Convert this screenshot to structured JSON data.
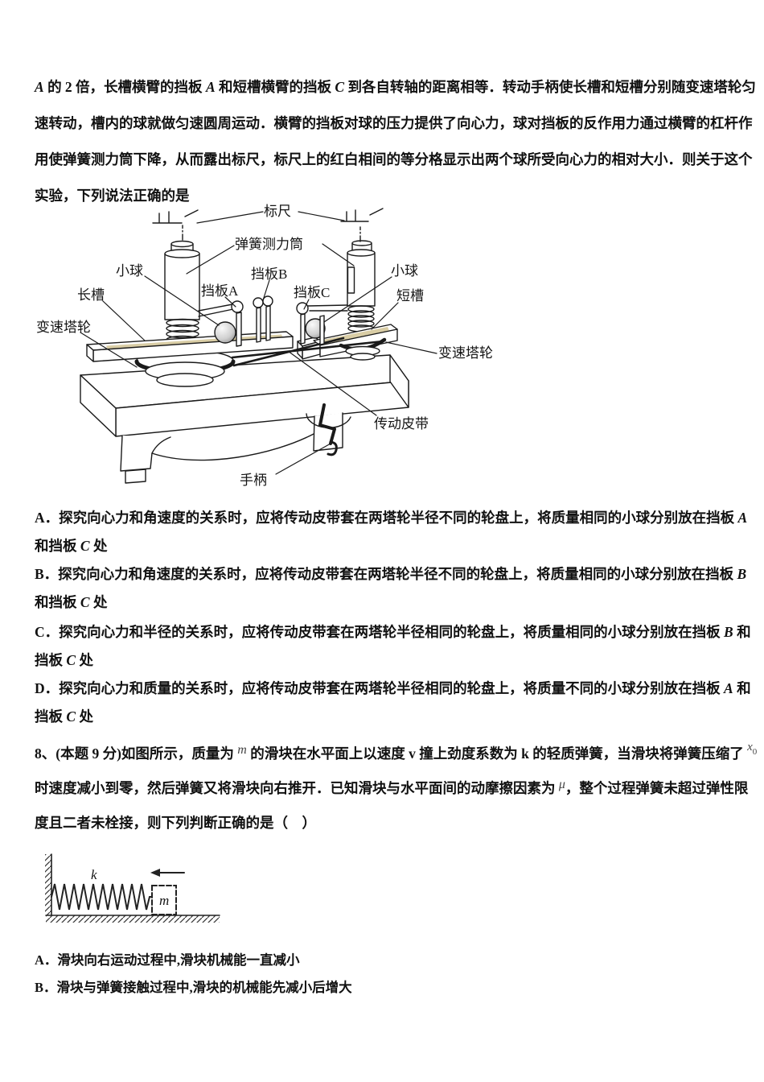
{
  "intro": {
    "lines": [
      [
        {
          "t": "A",
          "s": "i"
        },
        {
          "t": " 的 2 倍，长槽横臂的挡板 "
        },
        {
          "t": "A",
          "s": "i"
        },
        {
          "t": " 和短槽横臂的挡板 "
        },
        {
          "t": "C",
          "s": "i"
        },
        {
          "t": " 到各自转轴的距离相等．转动手柄使长槽和短槽分别随变速塔轮匀"
        }
      ],
      [
        {
          "t": "速转动，槽内的球就做匀速圆周运动．横臂的挡板对球的压力提供了向心力，球对挡板的反作用力通过横臂的杠杆作"
        }
      ],
      [
        {
          "t": "用使弹簧测力筒下降，从而露出标尺，标尺上的红白相间的等分格显示出两个球所受向心力的相对大小．则关于这个"
        }
      ],
      [
        {
          "t": "实验，下列说法正确的是"
        }
      ]
    ]
  },
  "apparatus": {
    "ruler": "标尺",
    "spring_tube": "弹簧测力筒",
    "ball_left": "小球",
    "baffle_a": "挡板A",
    "baffle_b": "挡板B",
    "baffle_c": "挡板C",
    "long_groove": "长槽",
    "short_groove": "短槽",
    "ball_right": "小球",
    "tower_left": "变速塔轮",
    "tower_right": "变速塔轮",
    "belt": "传动皮带",
    "handle": "手柄"
  },
  "q7": {
    "options": [
      {
        "lines": [
          [
            {
              "t": "A．探究向心力和角速度的关系时，应将传动皮带套在两塔轮半径不同的轮盘上，将质量相同的小球分别放在挡板 "
            },
            {
              "t": "A",
              "s": "i"
            }
          ],
          [
            {
              "t": "和挡板 "
            },
            {
              "t": "C",
              "s": "i"
            },
            {
              "t": " 处"
            }
          ]
        ]
      },
      {
        "lines": [
          [
            {
              "t": "B．探究向心力和角速度的关系时，应将传动皮带套在两塔轮半径不同的轮盘上，将质量相同的小球分别放在挡板 "
            },
            {
              "t": "B",
              "s": "i"
            }
          ],
          [
            {
              "t": "和挡板 "
            },
            {
              "t": "C",
              "s": "i"
            },
            {
              "t": " 处"
            }
          ]
        ]
      },
      {
        "lines": [
          [
            {
              "t": "C．探究向心力和半径的关系时，应将传动皮带套在两塔轮半径相同的轮盘上，将质量相同的小球分别放在挡板 "
            },
            {
              "t": "B",
              "s": "i"
            },
            {
              "t": " 和"
            }
          ],
          [
            {
              "t": "挡板 "
            },
            {
              "t": "C",
              "s": "i"
            },
            {
              "t": " 处"
            }
          ]
        ]
      },
      {
        "lines": [
          [
            {
              "t": "D．探究向心力和质量的关系时，应将传动皮带套在两塔轮半径相同的轮盘上，将质量不同的小球分别放在挡板 "
            },
            {
              "t": "A",
              "s": "i"
            },
            {
              "t": " 和"
            }
          ],
          [
            {
              "t": "挡板 "
            },
            {
              "t": "C",
              "s": "i"
            },
            {
              "t": " 处"
            }
          ]
        ]
      }
    ]
  },
  "q8": {
    "stem_lines": [
      [
        {
          "t": "8、(本题 9 分)如图所示，质量为 "
        },
        {
          "t": "m",
          "s": "m"
        },
        {
          "t": " 的滑块在水平面上以速度 v 撞上劲度系数为 k 的轻质弹簧，当滑块将弹簧压缩了 "
        },
        {
          "t": "x",
          "s": "xv"
        },
        {
          "t": "0",
          "s": "x0"
        }
      ],
      [
        {
          "t": "时速度减小到零，然后弹簧又将滑块向右推开．已知滑块与水平面间的动摩擦因素为 "
        },
        {
          "t": "μ",
          "s": "m"
        },
        {
          "t": "，整个过程弹簧未超过弹性限"
        }
      ],
      [
        {
          "t": "度且二者未栓接，则下列判断正确的是（　）"
        }
      ]
    ],
    "options": [
      [
        {
          "t": "A．滑块向右运动过程中,滑块机械能一直减小"
        }
      ],
      [
        {
          "t": "B．滑块与弹簧接触过程中,滑块的机械能先减小后增大"
        }
      ]
    ]
  },
  "fig2": {
    "spring_const": "k",
    "block_mass": "m"
  }
}
